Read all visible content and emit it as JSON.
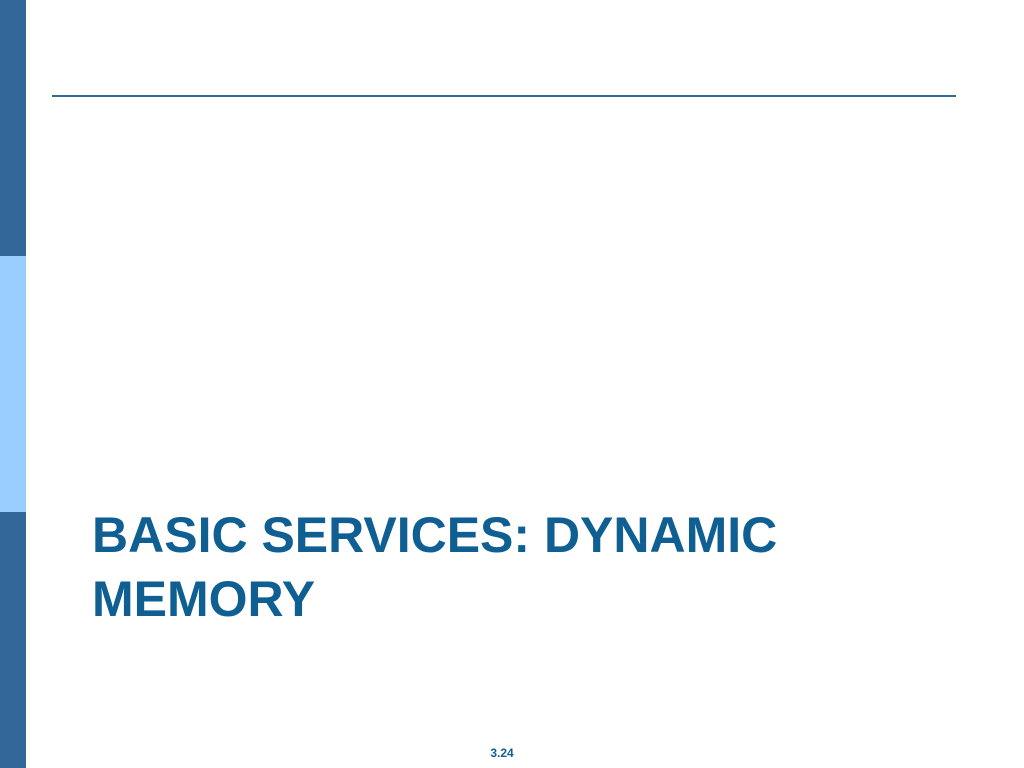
{
  "slide": {
    "title_lines": [
      "Basic Services: Dynamic",
      "Memory"
    ],
    "page_number": "3.24"
  },
  "colors": {
    "background": "#ffffff",
    "bar_dark": "#336699",
    "bar_light": "#99ccff",
    "rule": "#336699",
    "title": "#0f5f93",
    "page_number": "#0f5f93"
  }
}
